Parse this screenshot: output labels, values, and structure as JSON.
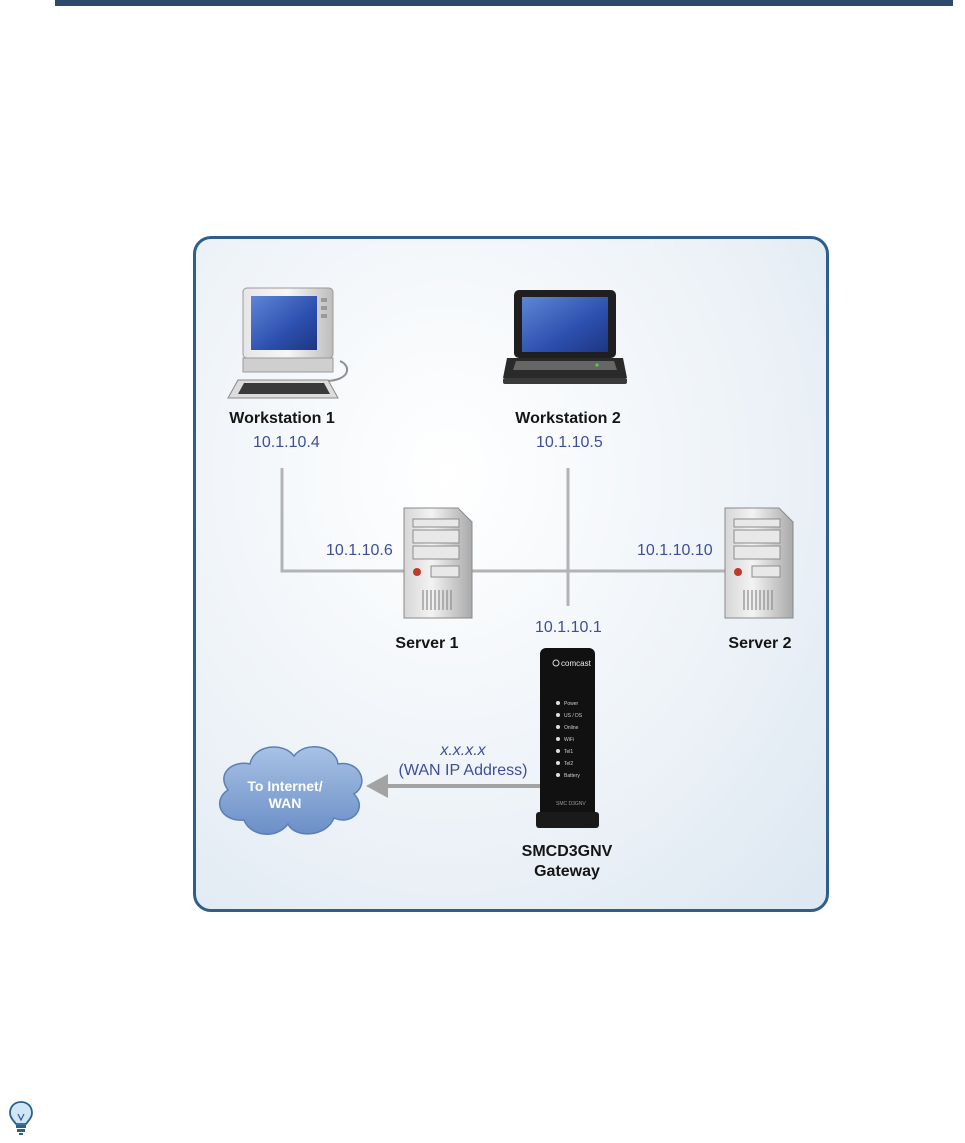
{
  "devices": {
    "workstation1": {
      "label": "Workstation 1",
      "ip": "10.1.10.4"
    },
    "workstation2": {
      "label": "Workstation 2",
      "ip": "10.1.10.5"
    },
    "server1": {
      "label": "Server 1",
      "ip": "10.1.10.6"
    },
    "server2": {
      "label": "Server 2",
      "ip": "10.1.10.10"
    },
    "gateway": {
      "label_line1": "SMCD3GNV",
      "label_line2": "Gateway",
      "ip": "10.1.10.1",
      "brand": "comcast",
      "model_text": "SMC D3GNV",
      "leds": [
        "Power",
        "US / DS",
        "Online",
        "WiFi",
        "Tel1",
        "Tel2",
        "Battery"
      ]
    },
    "internet": {
      "label_line1": "To Internet/",
      "label_line2": "WAN"
    }
  },
  "wan": {
    "address": "x.x.x.x",
    "caption": "(WAN IP Address)"
  },
  "colors": {
    "border": "#2d5f8c",
    "ip_text": "#3e4e9a",
    "line": "#b3b3b3",
    "cloud": "#7fa1cf",
    "top_rule": "#2d4a6b"
  },
  "icons": [
    "desktop-computer-icon",
    "laptop-icon",
    "server-tower-icon",
    "gateway-modem-icon",
    "cloud-icon",
    "arrow-left-icon",
    "lightbulb-icon"
  ]
}
